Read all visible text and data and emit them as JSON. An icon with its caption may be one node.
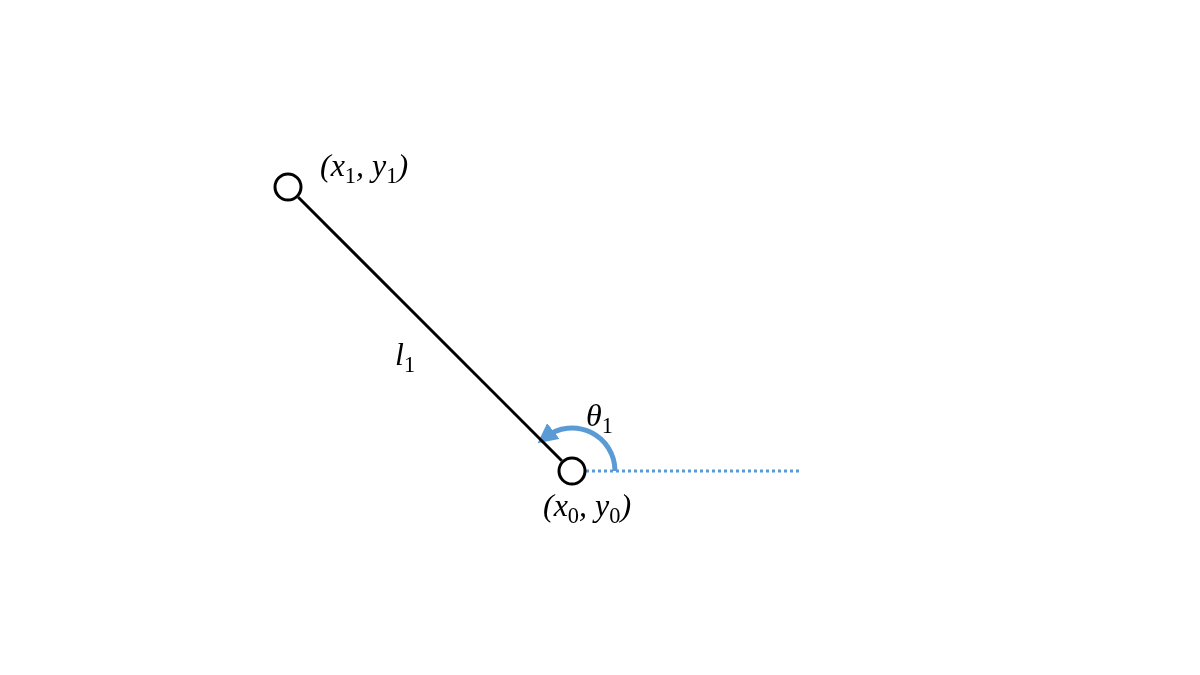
{
  "diagram": {
    "nodes": [
      {
        "text": [],
        "shape": "circle",
        "beside": [
          "(x$_{1}$, y$_{1}$)"
        ]
      },
      {
        "text": [],
        "shape": "circle",
        "beside": [
          "(x$_{0}$, y$_{0}$)"
        ]
      }
    ],
    "edges": [
      {
        "from": 0,
        "to": 1,
        "arrow": "none",
        "label": "l$_{1}$"
      }
    ],
    "labels": [
      "θ$_{1}$"
    ]
  }
}
